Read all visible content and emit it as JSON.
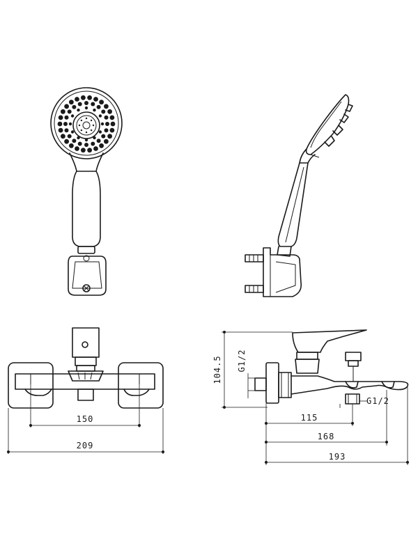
{
  "dimensions": {
    "front": {
      "inner_width": "150",
      "overall_width": "209"
    },
    "side": {
      "height": "104.5",
      "thread_top": "G1/2",
      "thread_bottom": "G1/2",
      "length_1": "115",
      "length_2": "168",
      "length_3": "193"
    }
  },
  "colors": {
    "line": "#1a1a1a",
    "background": "#ffffff"
  }
}
